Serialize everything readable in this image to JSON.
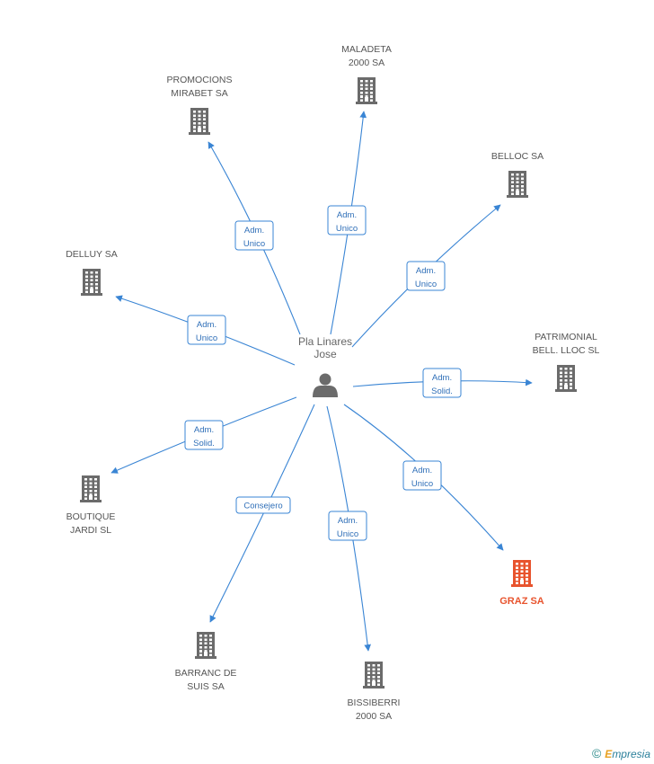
{
  "center": {
    "id": "person",
    "label_lines": [
      "Pla Linares",
      "Jose"
    ],
    "icon": "person-icon"
  },
  "nodes": [
    {
      "id": "maladeta",
      "label_lines": [
        "MALADETA",
        "2000 SA"
      ],
      "highlight": false
    },
    {
      "id": "promocions",
      "label_lines": [
        "PROMOCIONS",
        "MIRABET SA"
      ],
      "highlight": false
    },
    {
      "id": "belloc",
      "label_lines": [
        "BELLOC SA"
      ],
      "highlight": false
    },
    {
      "id": "delluy",
      "label_lines": [
        "DELLUY SA"
      ],
      "highlight": false
    },
    {
      "id": "patrimonial",
      "label_lines": [
        "PATRIMONIAL",
        "BELL. LLOC SL"
      ],
      "highlight": false
    },
    {
      "id": "boutique",
      "label_lines": [
        "BOUTIQUE",
        "JARDI  SL"
      ],
      "highlight": false
    },
    {
      "id": "graz",
      "label_lines": [
        "GRAZ SA"
      ],
      "highlight": true
    },
    {
      "id": "barranc",
      "label_lines": [
        "BARRANC DE",
        "SUIS SA"
      ],
      "highlight": false
    },
    {
      "id": "bissiberri",
      "label_lines": [
        "BISSIBERRI",
        "2000 SA"
      ],
      "highlight": false
    }
  ],
  "edges": [
    {
      "to": "maladeta",
      "label_lines": [
        "Adm.",
        "Unico"
      ]
    },
    {
      "to": "promocions",
      "label_lines": [
        "Adm.",
        "Unico"
      ]
    },
    {
      "to": "belloc",
      "label_lines": [
        "Adm.",
        "Unico"
      ]
    },
    {
      "to": "delluy",
      "label_lines": [
        "Adm.",
        "Unico"
      ]
    },
    {
      "to": "patrimonial",
      "label_lines": [
        "Adm.",
        "Solid."
      ]
    },
    {
      "to": "boutique",
      "label_lines": [
        "Adm.",
        "Solid."
      ]
    },
    {
      "to": "graz",
      "label_lines": [
        "Adm.",
        "Unico"
      ]
    },
    {
      "to": "barranc",
      "label_lines": [
        "Consejero"
      ]
    },
    {
      "to": "bissiberri",
      "label_lines": [
        "Adm.",
        "Unico"
      ]
    }
  ],
  "colors": {
    "edge": "#3a85d4",
    "node": "#6b6b6b",
    "highlight": "#e8542e"
  },
  "footer": {
    "copyright": "©",
    "brand_initial": "E",
    "brand_rest": "mpresia"
  }
}
